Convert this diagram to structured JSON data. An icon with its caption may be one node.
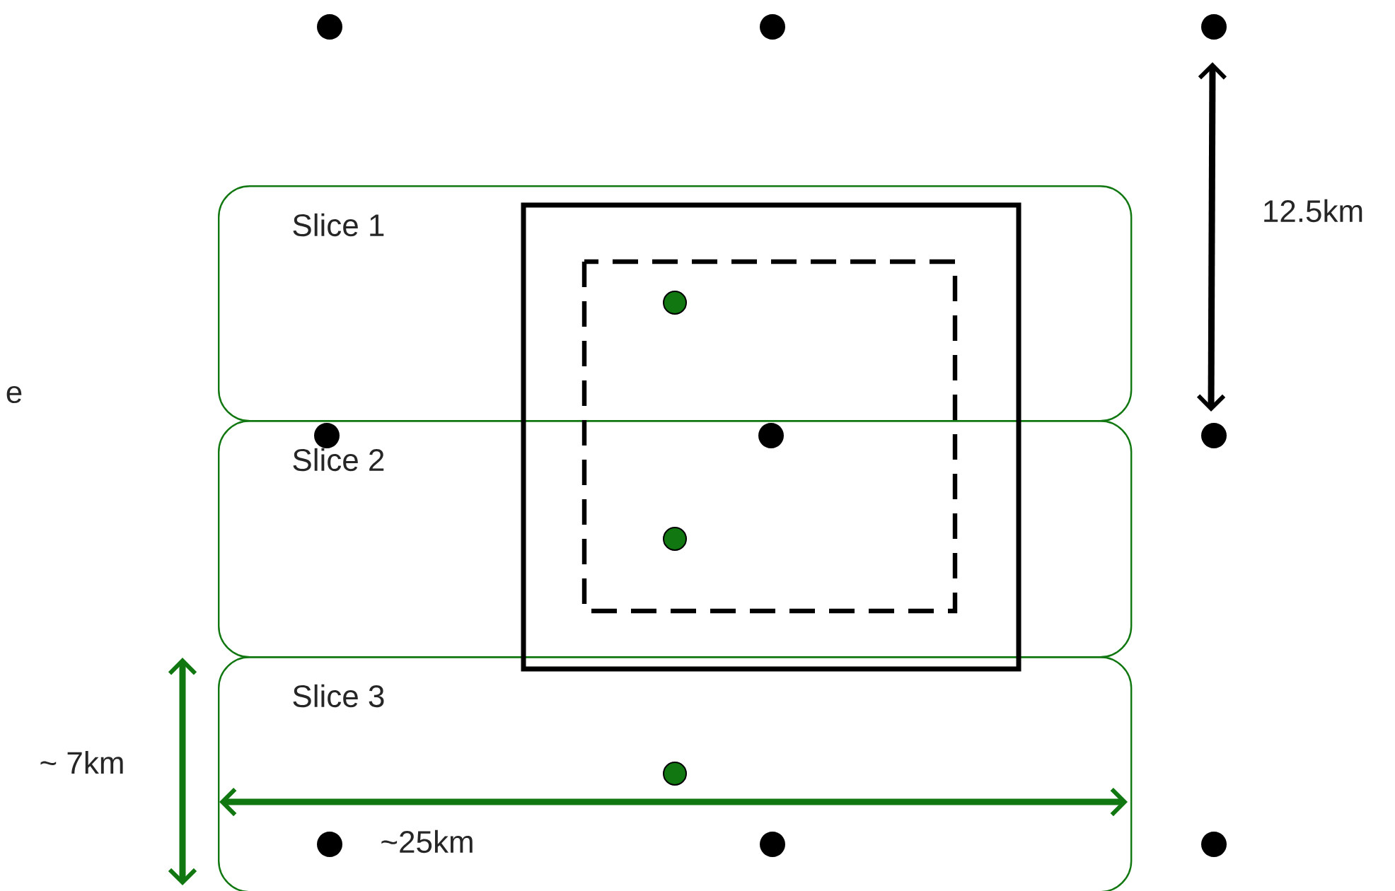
{
  "diagram": {
    "nodes": [
      {
        "text": [
          "Slice 1"
        ]
      },
      {
        "text": [
          "Slice 2"
        ]
      },
      {
        "text": [
          "Slice 3"
        ]
      }
    ],
    "labels": [
      "12.5km",
      "e",
      "~ 7km",
      "~25km"
    ]
  }
}
